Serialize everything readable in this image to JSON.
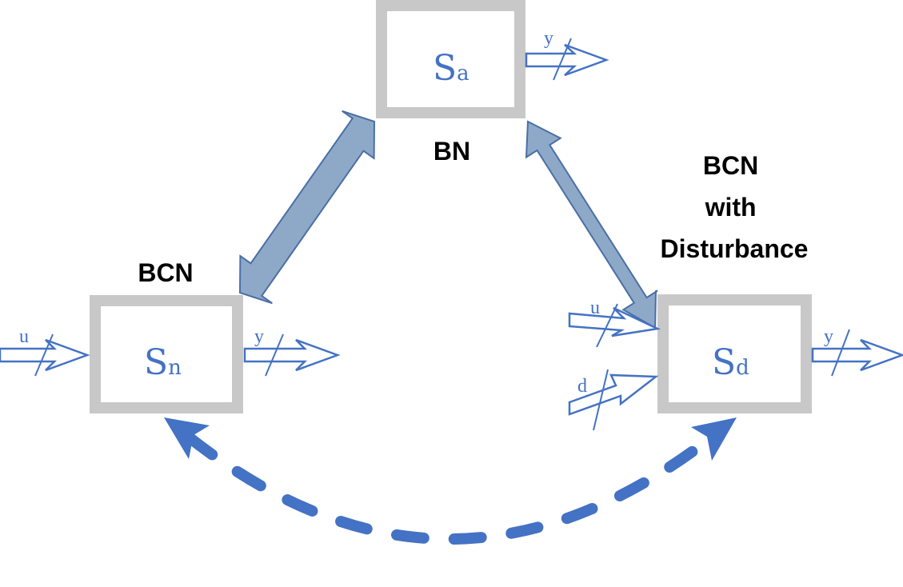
{
  "systems": {
    "a": {
      "main": "S",
      "sub": "a",
      "type_label": "BN"
    },
    "n": {
      "main": "S",
      "sub": "n",
      "type_label": "BCN"
    },
    "d": {
      "main": "S",
      "sub": "d",
      "type_label_lines": [
        "BCN",
        "with",
        "Disturbance"
      ]
    }
  },
  "signals": {
    "a_output": "y",
    "n_input": "u",
    "n_output": "y",
    "d_input_u": "u",
    "d_input_d": "d",
    "d_output": "y"
  },
  "colors": {
    "accent_blue": "#4472c4",
    "box_border": "#c8c8c8",
    "link_fill": "#8ea9c8",
    "link_stroke": "#4a6fa5",
    "label": "#000000"
  }
}
